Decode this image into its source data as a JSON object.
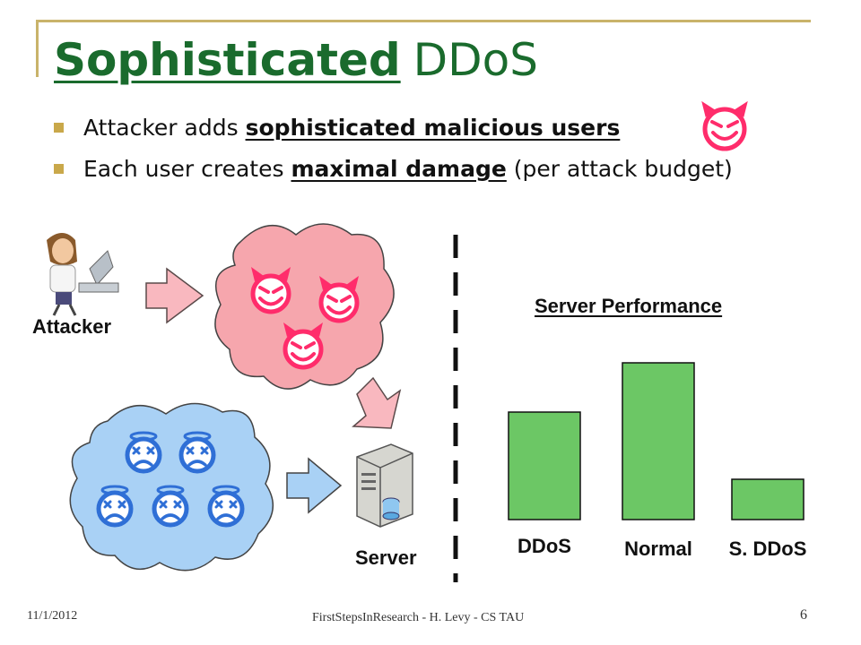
{
  "slide": {
    "title_part1": "Sophisticated",
    "title_part2": "DDoS",
    "bullets": [
      {
        "pre": "Attacker adds ",
        "emph": "sophisticated malicious users",
        "post": ""
      },
      {
        "pre": "Each user creates ",
        "emph": "maximal damage",
        "post": " (per attack budget)"
      }
    ],
    "diagram": {
      "attacker_label": "Attacker",
      "server_label": "Server"
    },
    "footer": {
      "date": "11/1/2012",
      "center": "FirstStepsInResearch - H. Levy - CS TAU",
      "page": "6"
    }
  },
  "colors": {
    "title_green": "#1a6b2d",
    "bullet_gold": "#c9a84a",
    "bar_green": "#6cc765",
    "red_cloud": "#f5a3aa",
    "blue_cloud": "#a9d1f5"
  },
  "chart_data": {
    "type": "bar",
    "title": "Server Performance",
    "categories": [
      "DDoS",
      "Normal",
      "S. DDoS"
    ],
    "values": [
      2.4,
      3.5,
      0.9
    ],
    "ylim": [
      0,
      4
    ],
    "grid": false,
    "axes_visible": false
  }
}
